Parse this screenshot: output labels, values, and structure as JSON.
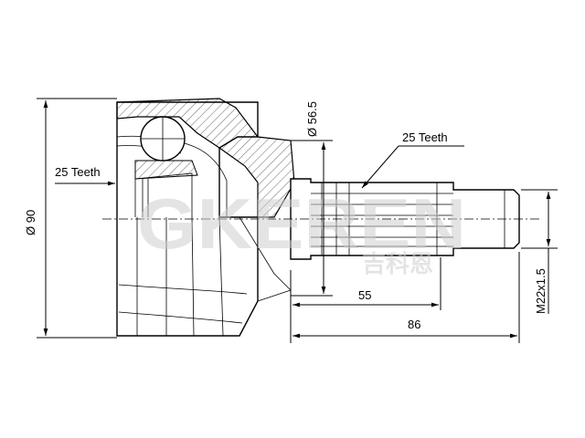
{
  "drawing": {
    "label_outer_diameter": "Ø 90",
    "label_shaft_diameter": "Ø 56.5",
    "label_inner_teeth": "25 Teeth",
    "label_outer_teeth": "25 Teeth",
    "label_length_55": "55",
    "label_length_86": "86",
    "label_thread": "M22x1.5"
  },
  "watermark": {
    "latin": "GKEREN",
    "chinese": "吉科恩"
  }
}
